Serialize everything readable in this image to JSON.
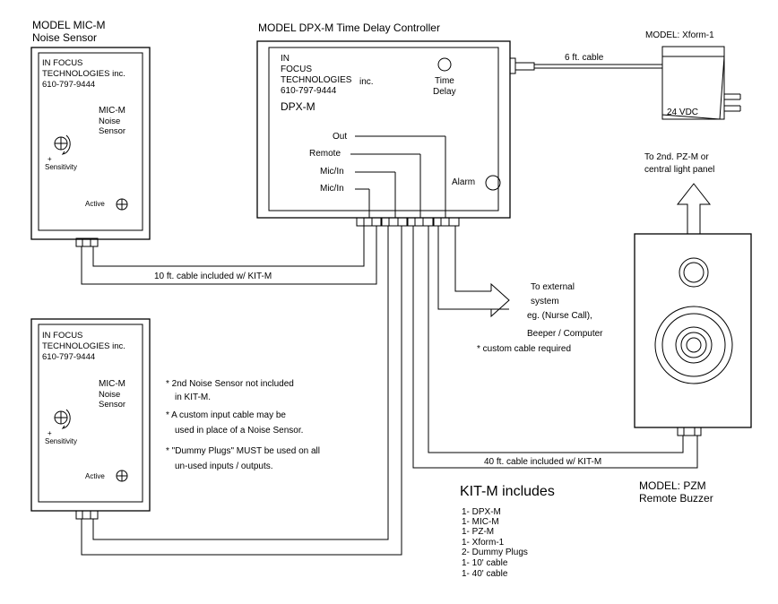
{
  "mic1": {
    "model": "MODEL MIC-M",
    "subtitle": "Noise Sensor",
    "company_line1": "IN FOCUS",
    "company_line2": "TECHNOLOGIES inc.",
    "phone": "610-797-9444",
    "name": "MIC-M",
    "name2": "Noise",
    "name3": "Sensor",
    "plus": "+",
    "sensitivity": "Sensitivity",
    "active": "Active"
  },
  "mic2": {
    "company_line1": "IN FOCUS",
    "company_line2": "TECHNOLOGIES inc.",
    "phone": "610-797-9444",
    "name": "MIC-M",
    "name2": "Noise",
    "name3": "Sensor",
    "plus": "+",
    "sensitivity": "Sensitivity",
    "active": "Active"
  },
  "dpx": {
    "title": "MODEL DPX-M  Time Delay Controller",
    "in": "IN",
    "focus": "FOCUS",
    "tech": "TECHNOLOGIES",
    "inc": "inc.",
    "phone": "610-797-9444",
    "name": "DPX-M",
    "time": "Time",
    "delay": "Delay",
    "out": "Out",
    "remote": "Remote",
    "mic_in_1": "Mic/In",
    "mic_in_2": "Mic/In",
    "alarm": "Alarm"
  },
  "xform": {
    "model": "MODEL: Xform-1",
    "voltage": "24 VDC",
    "cable": "6 ft. cable"
  },
  "pzm": {
    "to_line1": "To 2nd. PZ-M or",
    "to_line2": "central light panel",
    "model": "MODEL: PZM",
    "subtitle": "Remote Buzzer"
  },
  "cables": {
    "ten_ft": "10 ft. cable included w/ KIT-M",
    "forty_ft": "40 ft. cable included w/ KIT-M"
  },
  "external": {
    "line1": "To external",
    "line2": "system",
    "line3": "eg. (Nurse Call),",
    "line4": "Beeper / Computer",
    "note": "* custom cable required"
  },
  "notes": {
    "n1a": "* 2nd Noise Sensor not included",
    "n1b": "in KIT-M.",
    "n2a": "* A custom input cable may be",
    "n2b": "used in place of a Noise Sensor.",
    "n3a": "* \"Dummy Plugs\" MUST be used on all",
    "n3b": "un-used inputs / outputs."
  },
  "kit": {
    "title": "KIT-M includes",
    "items": [
      "1- DPX-M",
      "1- MIC-M",
      "1- PZ-M",
      "1- Xform-1",
      "2- Dummy Plugs",
      "1- 10' cable",
      "1- 40' cable"
    ]
  }
}
